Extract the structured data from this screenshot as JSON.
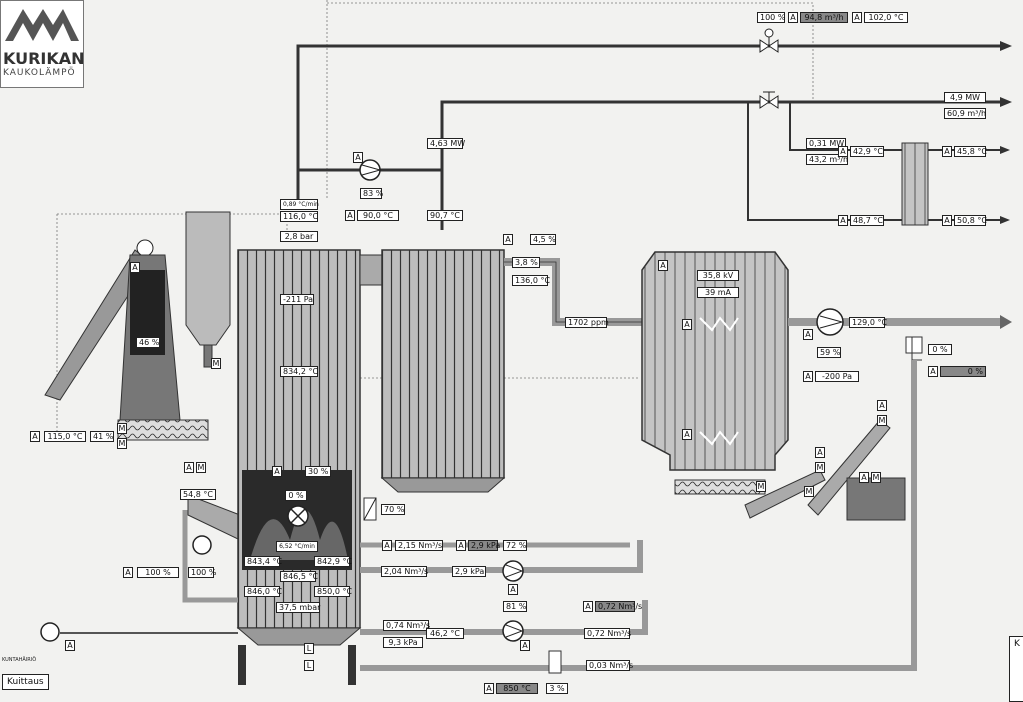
{
  "logo": {
    "name": "KURIKAN",
    "subtitle": "KAUKOLÄMPÖ"
  },
  "buttons": {
    "fault_label": "KUNTAHÄIRIÖ",
    "ack_label": "Kuittaus",
    "right_edge_label": "K"
  },
  "flags": {
    "auto": "A",
    "motor": "M",
    "local": "L"
  },
  "readings": {
    "top_valve_pct": "100 %",
    "top_flow": "94,8 m³/h",
    "top_temp": "102,0 °C",
    "heat_power": "4,9 MW",
    "heat_flow": "60,9 m³/h",
    "hx_power": "0,31 MW",
    "hx_flow": "43,2 m³/h",
    "hx_in_temp": "42,9 °C",
    "hx_out_temp": "45,8 °C",
    "hx_return_temp": "48,7 °C",
    "hx_return_out_temp": "50,8 °C",
    "boiler_power": "4,63 MW",
    "pump_pct": "83 %",
    "pump_temp": "90,0 °C",
    "return_temp": "90,7 °C",
    "rate": "0,89 °C/min",
    "supply_temp": "116,0 °C",
    "pressure": "2,8 bar",
    "o2_setpoint": "4,5 %",
    "o2": "3,8 %",
    "flue_temp": "136,0 °C",
    "co": "1702 ppm",
    "esp_voltage": "35,8 kV",
    "esp_current": "39 mA",
    "fan_temp": "129,0 °C",
    "fan_pct": "59 %",
    "fan_pressure": "-200 Pa",
    "damper_pct": "0 %",
    "damper_out": "0 %",
    "furnace_pressure": "-211 Pa",
    "furnace_temp": "834,2 °C",
    "silo_pct": "46 %",
    "feed_temp": "115,0 °C",
    "feed_pct": "41 %",
    "grate_pct": "30 %",
    "grate2_pct": "0 %",
    "dryer_temp": "54,8 °C",
    "grate_rate": "6,52 °C/min",
    "t1": "843,4 °C",
    "t2": "842,9 °C",
    "t3": "846,5 °C",
    "t4": "846,0 °C",
    "t5": "850,0 °C",
    "draft": "37,5 mbar",
    "air1_pct": "100 %",
    "air1_pct2": "100 %",
    "flap_pct": "70 %",
    "air2_flow": "2,15 Nm³/s",
    "air2_press": "2,9 kPa",
    "air2_pct": "72 %",
    "air2_flow_act": "2,04 Nm³/s",
    "air2_press_act": "2,9 kPa",
    "air3_flow": "0,74 Nm³/s",
    "air3_press": "9,3 kPa",
    "air3_temp": "46,2 °C",
    "air3_pct": "81 %",
    "air3_flow_sp": "0,72 Nm³/s",
    "air3_flow_act": "0,72 Nm³/s",
    "recirc_flow": "0,03 Nm³/s",
    "bottom_temp": "850 °C",
    "bottom_pct": "3 %"
  }
}
